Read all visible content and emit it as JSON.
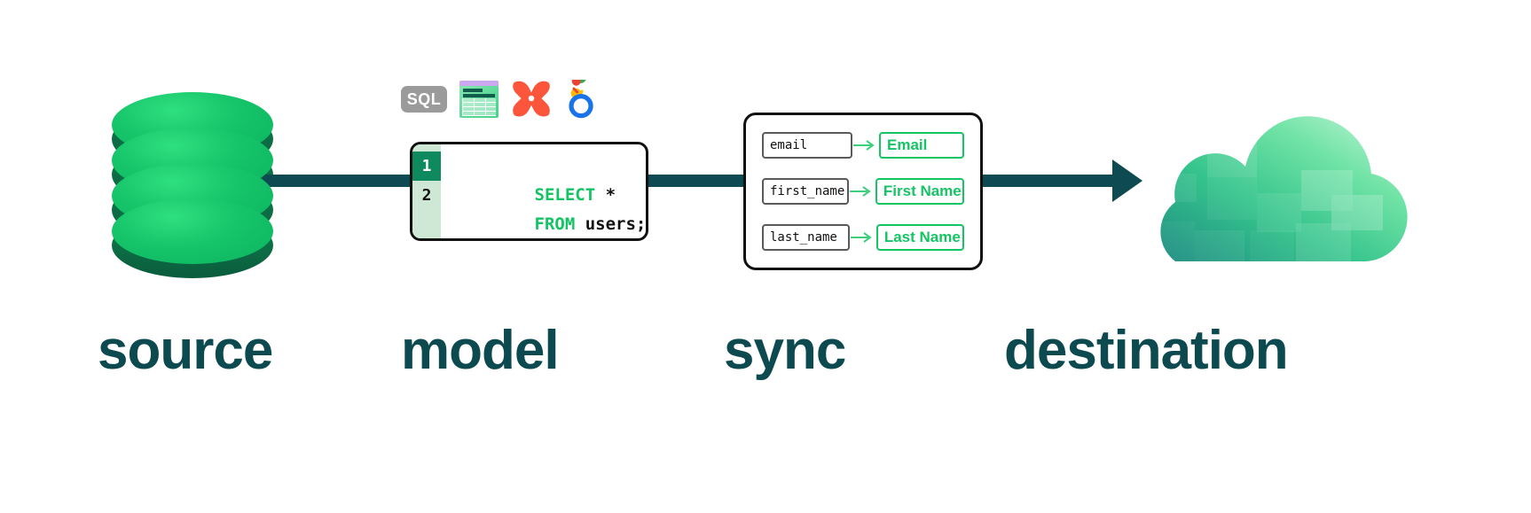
{
  "diagram": {
    "title": "Data pipeline: source to destination",
    "accent_green": "#16c464",
    "dark_teal": "#0d4a50",
    "connector_color": "#0e4a52"
  },
  "stages": [
    {
      "key": "source",
      "label": "source",
      "icon": "database-icon"
    },
    {
      "key": "model",
      "label": "model",
      "icon": "code-editor-icon"
    },
    {
      "key": "sync",
      "label": "sync",
      "icon": "field-mapping-icon"
    },
    {
      "key": "destination",
      "label": "destination",
      "icon": "cloud-icon"
    }
  ],
  "model": {
    "tools": [
      {
        "name": "sql-icon",
        "label": "SQL"
      },
      {
        "name": "spreadsheet-icon",
        "label": ""
      },
      {
        "name": "dbt-x-icon",
        "label": ""
      },
      {
        "name": "looker-icon",
        "label": ""
      }
    ],
    "editor": {
      "lines": [
        {
          "number": "1",
          "active": true,
          "keyword": "SELECT",
          "rest": " *"
        },
        {
          "number": "2",
          "active": false,
          "keyword": "FROM",
          "rest": " users;"
        }
      ],
      "caret_visible": true
    }
  },
  "sync": {
    "mappings": [
      {
        "source_field": "email",
        "destination_field": "Email"
      },
      {
        "source_field": "first_name",
        "destination_field": "First Name"
      },
      {
        "source_field": "last_name",
        "destination_field": "Last Name"
      }
    ]
  }
}
